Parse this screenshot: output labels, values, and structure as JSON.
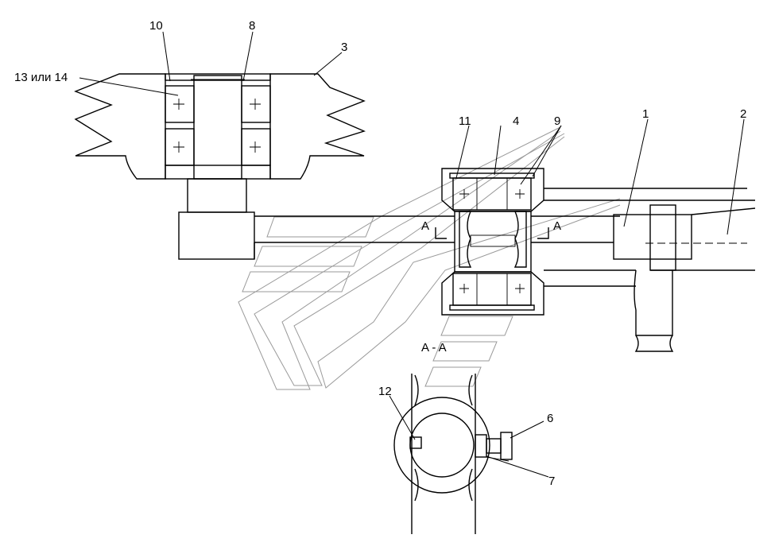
{
  "callouts": [
    {
      "id": "c10",
      "text": "10"
    },
    {
      "id": "c8",
      "text": "8"
    },
    {
      "id": "c3",
      "text": "3"
    },
    {
      "id": "c13",
      "text": "13 или 14"
    },
    {
      "id": "c11",
      "text": "11"
    },
    {
      "id": "c4",
      "text": "4"
    },
    {
      "id": "c9",
      "text": "9"
    },
    {
      "id": "c1",
      "text": "1"
    },
    {
      "id": "c2",
      "text": "2"
    },
    {
      "id": "c12",
      "text": "12"
    },
    {
      "id": "c6",
      "text": "6"
    },
    {
      "id": "c7",
      "text": "7"
    }
  ],
  "section_marks": {
    "left": "A",
    "right": "A",
    "title": "A - A"
  }
}
